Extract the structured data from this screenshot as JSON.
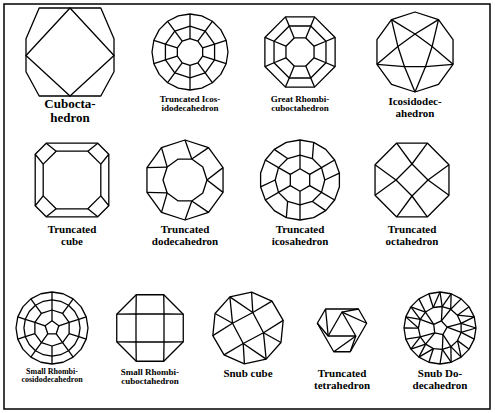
{
  "diagram": {
    "labels": [
      "Cubocta- hedron",
      "Truncated Icos- idodecahedron",
      "Great Rhombi- cuboctahedron",
      "Icosidodec- ahedron",
      "Truncated cube",
      "Truncated dodecahedron",
      "Truncated icosahedron",
      "Truncated octahedron",
      "Small Rhombi- cosidodecahedron",
      "Small Rhombi- cuboctahedron",
      "Snub cube",
      "Truncated tetrahedron",
      "Snub Do- decahedron"
    ]
  }
}
